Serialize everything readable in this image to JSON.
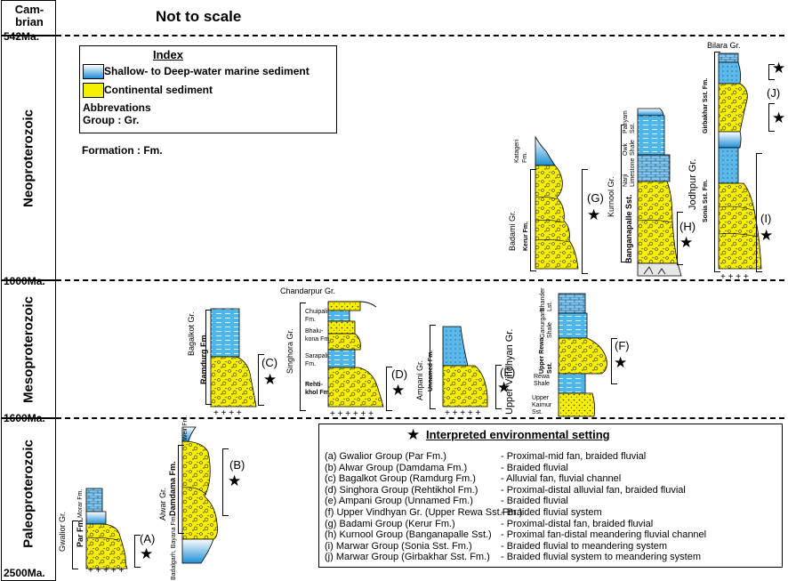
{
  "header": {
    "cambrian": "Cam-\nbrian",
    "not_to_scale": "Not to scale"
  },
  "eras": [
    {
      "label": "Neoproterozoic"
    },
    {
      "label": "Mesoproterozoic"
    },
    {
      "label": "Paleoproterozoic"
    }
  ],
  "ages": [
    "542Ma.",
    "1000Ma.",
    "1600Ma.",
    "2500Ma."
  ],
  "legend": {
    "title": "Index",
    "marine": "Shallow- to Deep-water marine sediment",
    "continental": "Continental sediment",
    "abbr_title": "Abbrevations",
    "group": "Group : Gr.",
    "formation": "Formation : Fm.",
    "colors": {
      "marine_top": "#ffffff",
      "marine_bottom": "#1e8fd6",
      "continental": "#f7ef00"
    }
  },
  "columns": {
    "gwalior": {
      "group": "Gwalior Gr.",
      "fm1": "Morar Fm.",
      "fm2": "Par Fm.",
      "tag": "(A)"
    },
    "alwar": {
      "group": "Alwar Gr.",
      "fm_main": "Damdama Fm.",
      "fm_top": "Weir Fm.",
      "fm_bottom": "Badalgarh, Bayana Fm.",
      "tag": "(B)"
    },
    "bagalkot": {
      "group": "Bagalkot Gr.",
      "fm": "Ramdurg Fm.",
      "tag": "(C)"
    },
    "singhora": {
      "top": "Chandarpur Gr.",
      "group": "Singhora Gr.",
      "f1": "Chuipali Fm.",
      "f2": "Bhalu-kona Fm.",
      "f3": "Sarapali Fm.",
      "f4": "Rehti-khol Fm.",
      "tag": "(D)"
    },
    "ampani": {
      "group": "Ampani Gr.",
      "fm": "Unnamed Fm.",
      "tag": "(E)"
    },
    "vindhyan": {
      "group": "Upper Vindhyan Gr.",
      "f1": "Bhander Lst.",
      "f2": "Ganurgarh Shale",
      "f3": "Upper Rewa Sst.",
      "f4": "Rewa Shale",
      "f5": "Upper Kaimur Sst.",
      "tag": "(F)"
    },
    "badami": {
      "group": "Badami Gr.",
      "fm_top": "Katageri Fm.",
      "fm": "Kerur Fm.",
      "tag": "(G)"
    },
    "kurnool": {
      "group": "Kurnool Gr.",
      "f1": "Panyam Sst.",
      "f2": "Owk Shale",
      "f3": "Narji Limestone",
      "f4": "Banganapalle Sst.",
      "tag": "(H)"
    },
    "jodhpur": {
      "top": "Bilara Gr.",
      "group": "Jodhpur Gr.",
      "f1": "Girbakhar Sst. Fm.",
      "f2": "Sonia Sst. Fm.",
      "tag_j": "(J)",
      "tag_i": "(I)"
    }
  },
  "env": {
    "title": "Interpreted environmental setting",
    "rows": [
      {
        "left": "(a) Gwalior Group (Par Fm.)",
        "right": "-  Proximal-mid fan, braided fluvial"
      },
      {
        "left": "(b) Alwar Group (Damdama Fm.)",
        "right": "-  Braided fluvial"
      },
      {
        "left": "(c) Bagalkot Group (Ramdurg Fm.)",
        "right": "-  Alluvial fan, fluvial channel"
      },
      {
        "left": "(d) Singhora Group (Rehtikhol Fm.)",
        "right": "-  Proximal-distal alluvial fan, braided fluvial"
      },
      {
        "left": "(e) Ampani Group (Unnamed Fm.)",
        "right": "-  Braided fluvial"
      },
      {
        "left": "(f)  Upper Vindhyan Gr. (Upper Rewa Sst.Fm.)",
        "right": "-  Braided fluvial system"
      },
      {
        "left": "(g) Badami Group (Kerur Fm.)",
        "right": "-  Proximal-distal fan, braided fluvial"
      },
      {
        "left": "(h) Kurnool Group (Banganapalle Sst.)",
        "right": "-  Proximal fan-distal meandering fluvial channel"
      },
      {
        "left": "(i)  Marwar Group (Sonia Sst. Fm.)",
        "right": "-  Braided fluvial to meandering system"
      },
      {
        "left": "(j)  Marwar Group (Girbakhar Sst. Fm.)",
        "right": "-  Braided fluvial system to meandering system"
      }
    ]
  }
}
